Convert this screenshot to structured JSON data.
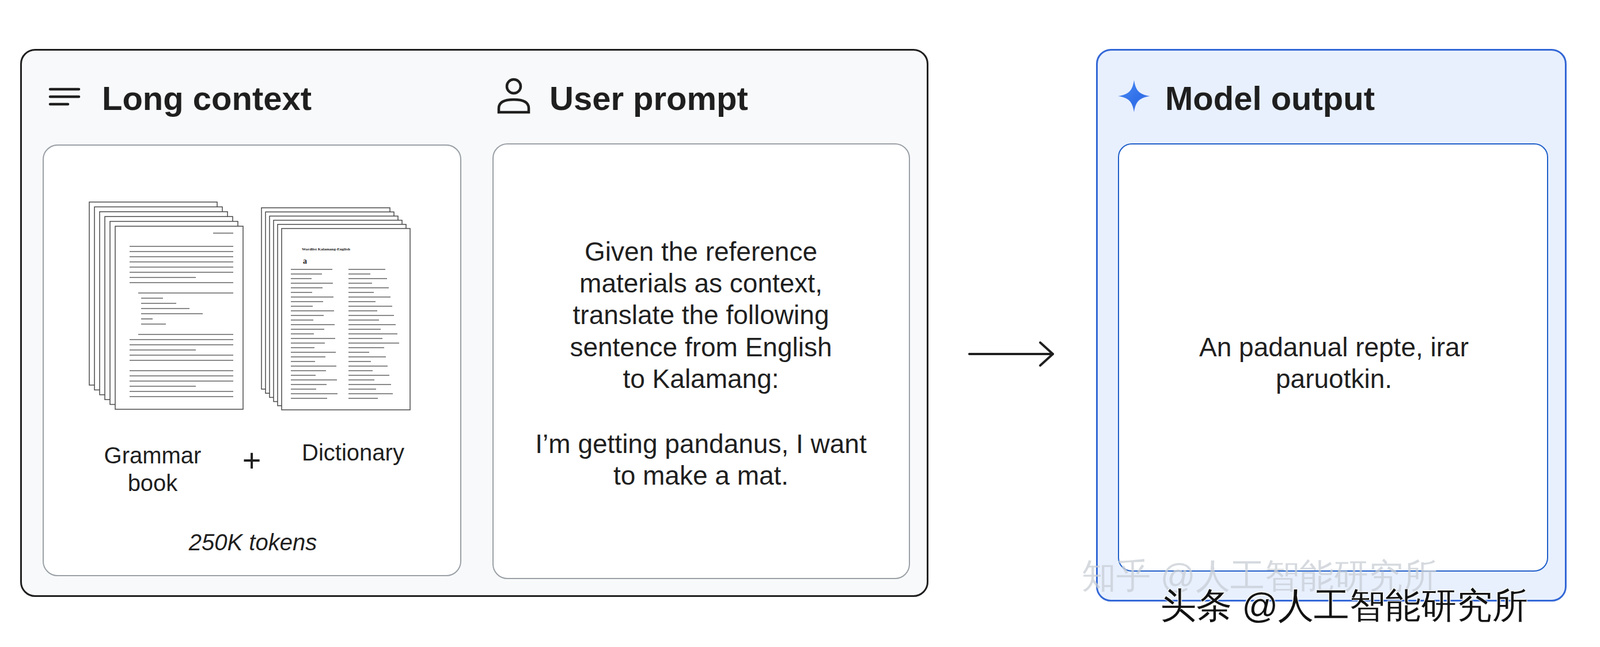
{
  "diagram": {
    "nodes": [
      {
        "text": [
          "Long context",
          "User prompt"
        ]
      },
      {
        "text": [
          "Grammar book",
          "+",
          "Dictionary",
          "250K tokens"
        ],
        "in": 0
      },
      {
        "text": [
          "Given the reference materials as context, translate the following sentence from English to Kalamang:",
          "I’m getting pandanus, I want to make a mat."
        ],
        "in": 0
      },
      {
        "text": [
          "Model output"
        ]
      },
      {
        "text": [
          "An padanual repte, irar paruotkin."
        ],
        "in": 3
      }
    ],
    "edges": [
      {
        "from": 0,
        "to": 3,
        "arrow": "to"
      }
    ],
    "labels": [
      "Wordlist Kalamang-English",
      "a",
      "知乎 @人工智能研究所",
      "头条 @人工智能研究所"
    ]
  }
}
